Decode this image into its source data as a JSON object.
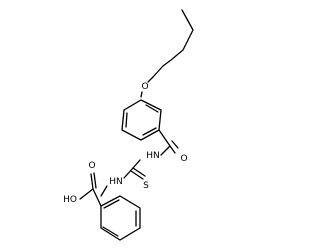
{
  "atoms": {
    "ether_oxygen": "O",
    "carbonyl_oxygen": "O",
    "amide_nh": "HN",
    "thiourea_nh": "HN",
    "thione_sulfur": "S",
    "carboxyl_oh": "HO",
    "carboxyl_oxygen": "O"
  }
}
